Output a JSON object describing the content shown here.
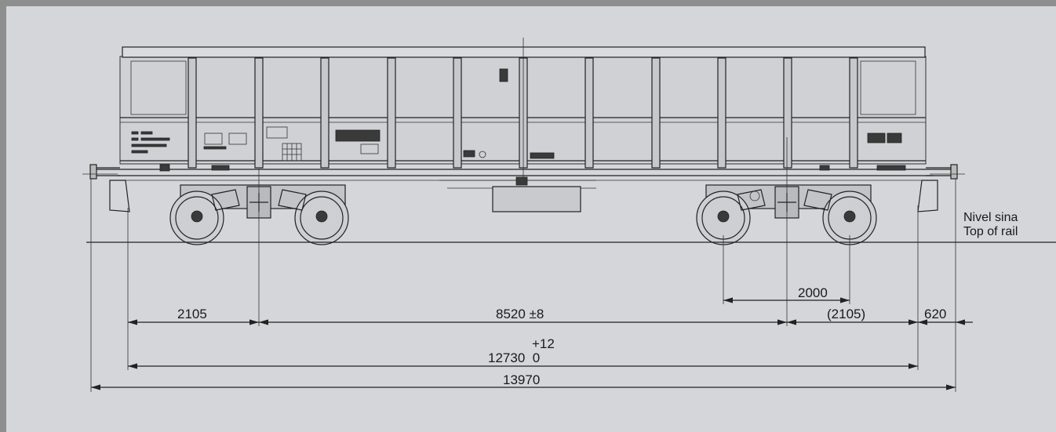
{
  "rail_label": {
    "line1": "Nivel sina",
    "line2": "Top of rail"
  },
  "dimensions": {
    "end_left": "2105",
    "bogie_centers": "8520 ±8",
    "end_right": "(2105)",
    "overhang": "620",
    "wheelbase": "2000",
    "over_frames_tol": "+12",
    "over_frames": "12730  0",
    "over_buffers": "13970"
  },
  "colors": {
    "background": "#d4d6d9",
    "frame": "#8e8e8e",
    "line": "#222222"
  }
}
